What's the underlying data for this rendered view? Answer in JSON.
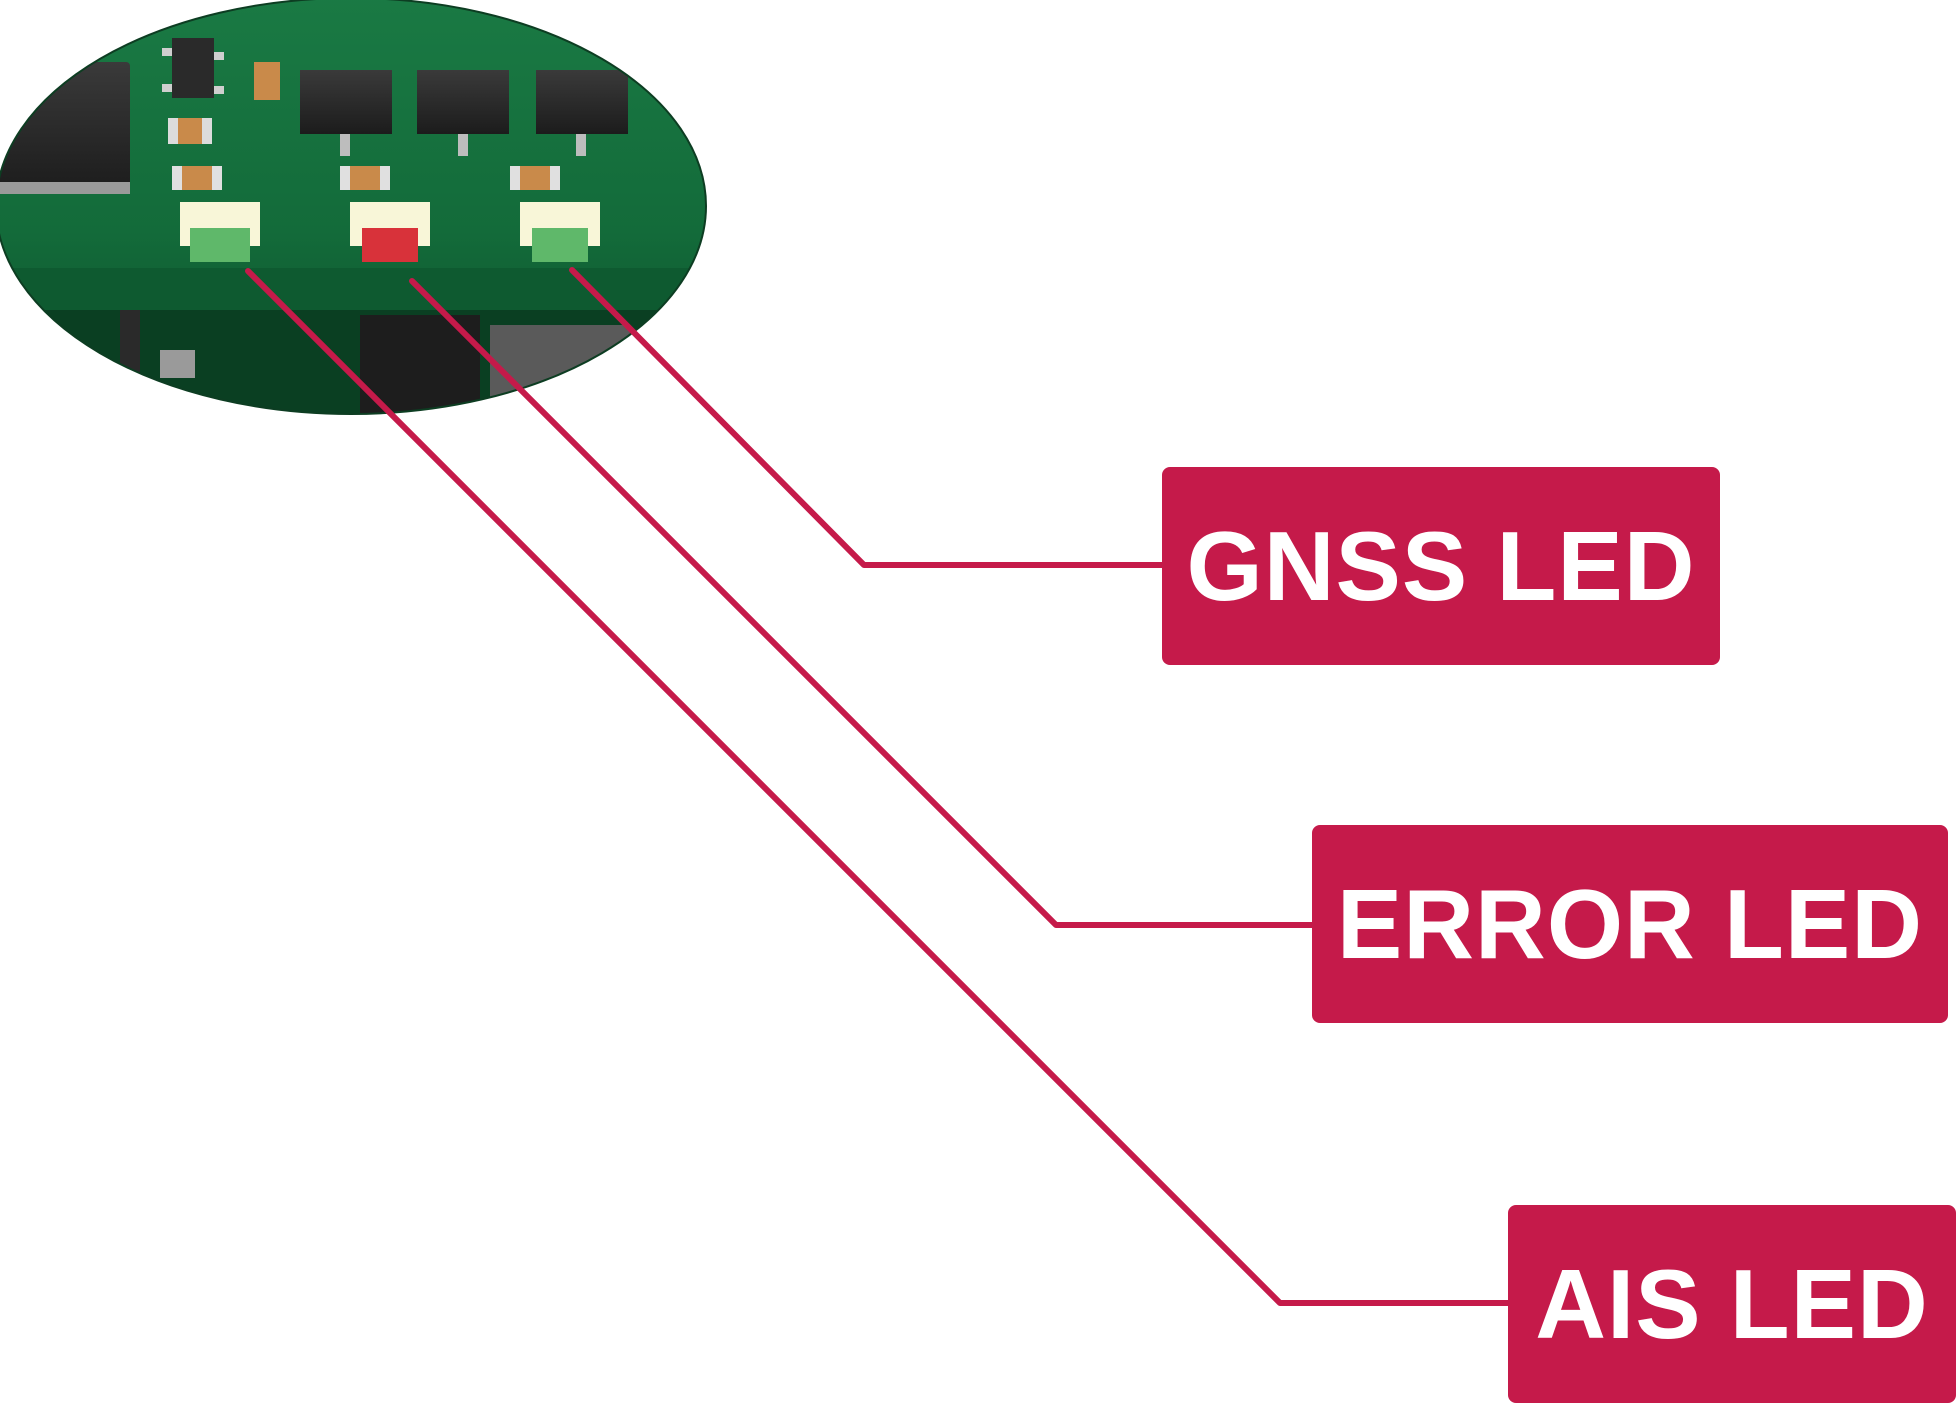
{
  "labels": {
    "gnss": "GNSS LED",
    "error": "ERROR LED",
    "ais": "AIS LED"
  },
  "colors": {
    "accent": "#c51a4a",
    "label_text": "#ffffff",
    "pcb_green": "#136b3a",
    "led_green": "#5fb86a",
    "led_red": "#d8323a",
    "background": "#ffffff"
  },
  "icons": {
    "board": "pcb-closeup-image"
  }
}
